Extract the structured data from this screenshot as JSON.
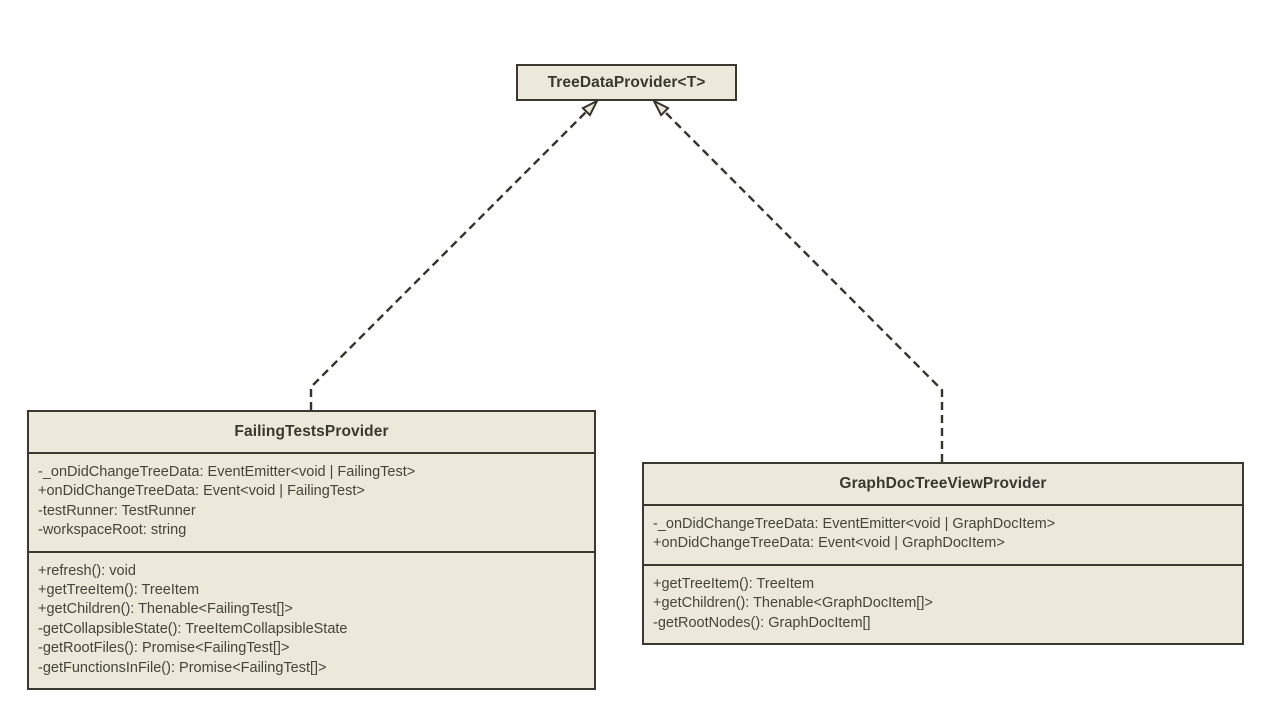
{
  "diagram": {
    "type": "uml-class-diagram",
    "background_color": "#FFFFFF",
    "colors": {
      "node_fill": "#ECE9DA",
      "node_border": "#3A382F",
      "member_text": "#45443C",
      "title_text": "#393830",
      "connector": "#35332B"
    },
    "interface": {
      "name": "TreeDataProvider<T>"
    },
    "classes": [
      {
        "name": "FailingTestsProvider",
        "attributes": [
          "-_onDidChangeTreeData: EventEmitter<void | FailingTest>",
          "+onDidChangeTreeData: Event<void | FailingTest>",
          "-testRunner: TestRunner",
          "-workspaceRoot: string"
        ],
        "methods": [
          "+refresh(): void",
          "+getTreeItem(): TreeItem",
          "+getChildren(): Thenable<FailingTest[]>",
          "-getCollapsibleState(): TreeItemCollapsibleState",
          "-getRootFiles(): Promise<FailingTest[]>",
          "-getFunctionsInFile(): Promise<FailingTest[]>"
        ]
      },
      {
        "name": "GraphDocTreeViewProvider",
        "attributes": [
          "-_onDidChangeTreeData: EventEmitter<void | GraphDocItem>",
          "+onDidChangeTreeData: Event<void | GraphDocItem>"
        ],
        "methods": [
          "+getTreeItem(): TreeItem",
          "+getChildren(): Thenable<GraphDocItem[]>",
          "-getRootNodes(): GraphDocItem[]"
        ]
      }
    ],
    "relations": [
      {
        "from": "FailingTestsProvider",
        "to": "TreeDataProvider<T>",
        "type": "implements",
        "line_style": "dashed",
        "arrow": "hollow-triangle"
      },
      {
        "from": "GraphDocTreeViewProvider",
        "to": "TreeDataProvider<T>",
        "type": "implements",
        "line_style": "dashed",
        "arrow": "hollow-triangle"
      }
    ]
  }
}
